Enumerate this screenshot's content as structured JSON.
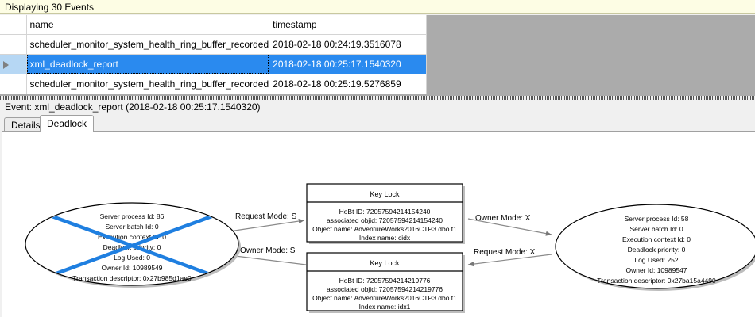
{
  "banner": {
    "text": "Displaying 30 Events"
  },
  "grid": {
    "columns": [
      "",
      "name",
      "timestamp"
    ],
    "rows": [
      {
        "selector": "",
        "name": "scheduler_monitor_system_health_ring_buffer_recorded",
        "timestamp": "2018-02-18 00:24:19.3516078",
        "selected": false
      },
      {
        "selector": "row-arrow-icon",
        "name": "xml_deadlock_report",
        "timestamp": "2018-02-18 00:25:17.1540320",
        "selected": true
      },
      {
        "selector": "",
        "name": "scheduler_monitor_system_health_ring_buffer_recorded",
        "timestamp": "2018-02-18 00:25:19.5276859",
        "selected": false
      }
    ]
  },
  "event_header": {
    "text": "Event: xml_deadlock_report (2018-02-18 00:25:17.1540320)"
  },
  "tabs": [
    {
      "label": "Details",
      "active": false
    },
    {
      "label": "Deadlock",
      "active": true
    }
  ],
  "deadlock_graph": {
    "victim_cross_color": "#1f7fe0",
    "processes": [
      {
        "id": "process-victim",
        "is_victim": true,
        "lines": [
          "Server process Id: 86",
          "Server batch Id: 0",
          "Execution context Id: 0",
          "Deadlock priority: 0",
          "Log Used: 0",
          "Owner Id: 10989549",
          "Transaction descriptor: 0x27b985d1ae0"
        ]
      },
      {
        "id": "process-survivor",
        "is_victim": false,
        "lines": [
          "Server process Id: 58",
          "Server batch Id: 0",
          "Execution context Id: 0",
          "Deadlock priority: 0",
          "Log Used: 252",
          "Owner Id: 10989547",
          "Transaction descriptor: 0x27ba15a4490"
        ]
      }
    ],
    "resources": [
      {
        "id": "keylock-top",
        "title": "Key Lock",
        "lines": [
          "HoBt ID: 72057594214154240",
          "associated objid: 72057594214154240",
          "Object name: AdventureWorks2016CTP3.dbo.t1",
          "Index name: cidx"
        ]
      },
      {
        "id": "keylock-bottom",
        "title": "Key Lock",
        "lines": [
          "HoBt ID: 72057594214219776",
          "associated objid: 72057594214219776",
          "Object name: AdventureWorks2016CTP3.dbo.t1",
          "Index name: idx1"
        ]
      }
    ],
    "edges": [
      {
        "id": "edge-request-s",
        "label": "Request Mode: S"
      },
      {
        "id": "edge-owner-s",
        "label": "Owner Mode: S"
      },
      {
        "id": "edge-owner-x",
        "label": "Owner Mode: X"
      },
      {
        "id": "edge-request-x",
        "label": "Request Mode: X"
      }
    ]
  }
}
